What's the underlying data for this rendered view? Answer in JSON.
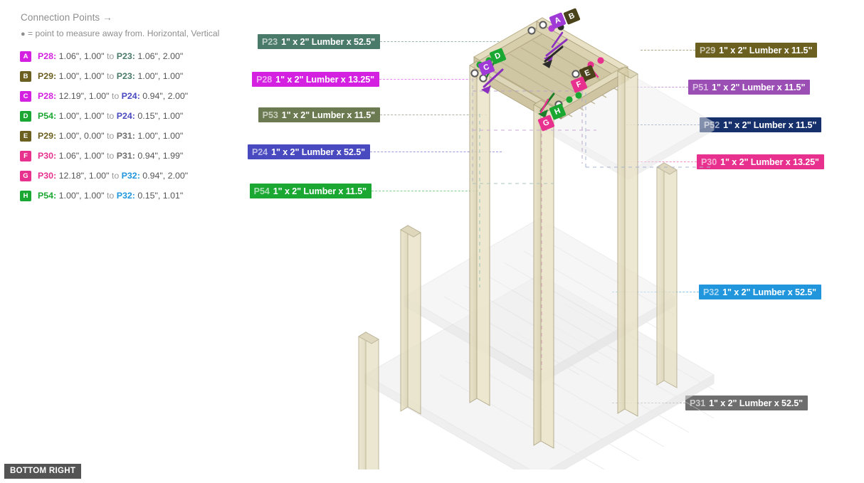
{
  "legend": {
    "title": "Connection Points →",
    "subtitle_prefix": "●",
    "subtitle": " = point to measure away from. Horizontal, Vertical",
    "rows": [
      {
        "badge": "A",
        "color": "#d420e0",
        "from_part": "P28",
        "from_color": "#d420e0",
        "from_vals": "1.06\", 1.00\"",
        "sep": " to ",
        "to_part": "P23",
        "to_color": "#4a7a6a",
        "to_vals": "1.06\", 2.00\""
      },
      {
        "badge": "B",
        "color": "#6b6020",
        "from_part": "P29",
        "from_color": "#6b6020",
        "from_vals": "1.00\", 1.00\"",
        "sep": " to ",
        "to_part": "P23",
        "to_color": "#4a7a6a",
        "to_vals": "1.00\", 1.00\""
      },
      {
        "badge": "C",
        "color": "#d420e0",
        "from_part": "P28",
        "from_color": "#d420e0",
        "from_vals": "12.19\", 1.00\"",
        "sep": " to ",
        "to_part": "P24",
        "to_color": "#4a4ac0",
        "to_vals": "0.94\", 2.00\""
      },
      {
        "badge": "D",
        "color": "#1aa832",
        "from_part": "P54",
        "from_color": "#1aa832",
        "from_vals": "1.00\", 1.00\"",
        "sep": " to ",
        "to_part": "P24",
        "to_color": "#4a4ac0",
        "to_vals": "0.15\", 1.00\""
      },
      {
        "badge": "E",
        "color": "#6b6020",
        "from_part": "P29",
        "from_color": "#6b6020",
        "from_vals": "1.00\", 0.00\"",
        "sep": " to ",
        "to_part": "P31",
        "to_color": "#6e6e6e",
        "to_vals": "1.00\", 1.00\""
      },
      {
        "badge": "F",
        "color": "#e8308f",
        "from_part": "P30",
        "from_color": "#e8308f",
        "from_vals": "1.06\", 1.00\"",
        "sep": " to ",
        "to_part": "P31",
        "to_color": "#6e6e6e",
        "to_vals": "0.94\", 1.99\""
      },
      {
        "badge": "G",
        "color": "#e8308f",
        "from_part": "P30",
        "from_color": "#e8308f",
        "from_vals": "12.18\", 1.00\"",
        "sep": " to ",
        "to_part": "P32",
        "to_color": "#2196dd",
        "to_vals": "0.94\", 2.00\""
      },
      {
        "badge": "H",
        "color": "#1aa832",
        "from_part": "P54",
        "from_color": "#1aa832",
        "from_vals": "1.00\", 1.00\"",
        "sep": " to ",
        "to_part": "P32",
        "to_color": "#2196dd",
        "to_vals": "0.15\", 1.01\""
      }
    ]
  },
  "labels_left": [
    {
      "id": "P23",
      "text": "1\" x 2\" Lumber x 52.5\"",
      "color": "#4a7a6a"
    },
    {
      "id": "P28",
      "text": "1\" x 2\" Lumber x 13.25\"",
      "color": "#d420e0"
    },
    {
      "id": "P53",
      "text": "1\" x 2\" Lumber x 11.5\"",
      "color": "#6b7a50"
    },
    {
      "id": "P24",
      "text": "1\" x 2\" Lumber x 52.5\"",
      "color": "#4a4ac0"
    },
    {
      "id": "P54",
      "text": "1\" x 2\" Lumber x 11.5\"",
      "color": "#1aa832"
    }
  ],
  "labels_right": [
    {
      "id": "P29",
      "text": "1\" x 2\" Lumber x 11.5\"",
      "color": "#6b6020"
    },
    {
      "id": "P51",
      "text": "1\" x 2\" Lumber x 11.5\"",
      "color": "#9b4fb5"
    },
    {
      "id": "P52",
      "text": "1\" x 2\" Lumber x 11.5\"",
      "color": "#16306b"
    },
    {
      "id": "P30",
      "text": "1\" x 2\" Lumber x 13.25\"",
      "color": "#e8308f"
    },
    {
      "id": "P32",
      "text": "1\" x 2\" Lumber x 52.5\"",
      "color": "#2196dd"
    },
    {
      "id": "P31",
      "text": "1\" x 2\" Lumber x 52.5\"",
      "color": "#6e6e6e"
    }
  ],
  "markers": [
    {
      "label": "A",
      "color": "#a03ad6"
    },
    {
      "label": "B",
      "color": "#4a421a"
    },
    {
      "label": "C",
      "color": "#a03ad6"
    },
    {
      "label": "D",
      "color": "#1aa832"
    },
    {
      "label": "E",
      "color": "#4a421a"
    },
    {
      "label": "F",
      "color": "#e8308f"
    },
    {
      "label": "G",
      "color": "#e8308f"
    },
    {
      "label": "H",
      "color": "#1aa832"
    }
  ],
  "view_badge": {
    "label": "BOTTOM RIGHT"
  }
}
